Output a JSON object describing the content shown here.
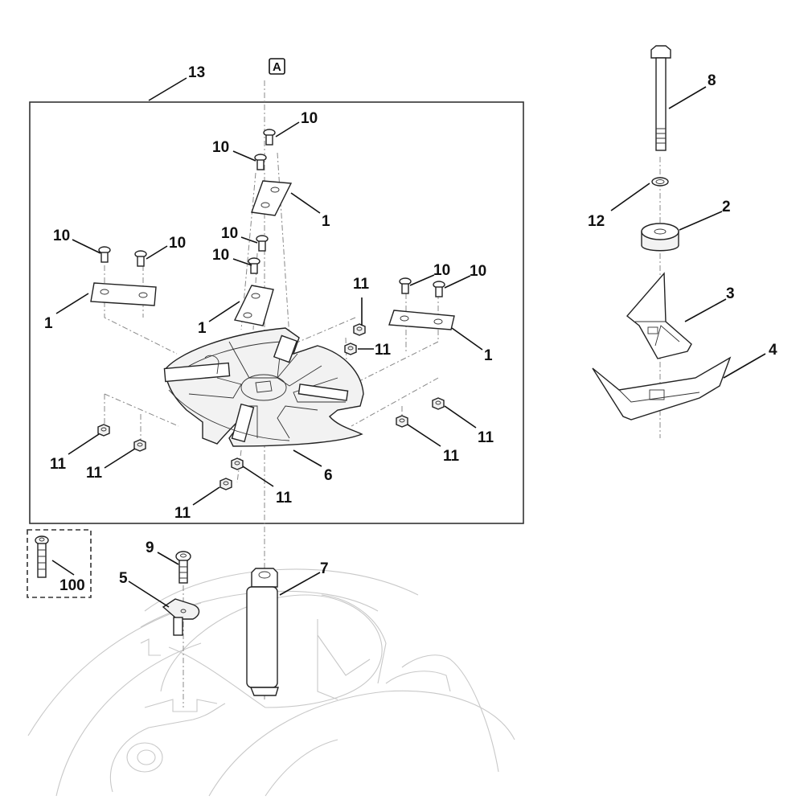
{
  "diagram": {
    "type": "exploded-parts-diagram",
    "view_marker": "A",
    "assembly_frame_label": "13",
    "optional_part_label": "100",
    "callouts": [
      {
        "id": "c13",
        "label": "13"
      },
      {
        "id": "c10a",
        "label": "10"
      },
      {
        "id": "c10b",
        "label": "10"
      },
      {
        "id": "c1a",
        "label": "1"
      },
      {
        "id": "c10c",
        "label": "10"
      },
      {
        "id": "c10d",
        "label": "10"
      },
      {
        "id": "c10e",
        "label": "10"
      },
      {
        "id": "c10f",
        "label": "10"
      },
      {
        "id": "c1b",
        "label": "1"
      },
      {
        "id": "c1c",
        "label": "1"
      },
      {
        "id": "c11a",
        "label": "11"
      },
      {
        "id": "c10g",
        "label": "10"
      },
      {
        "id": "c10h",
        "label": "10"
      },
      {
        "id": "c11b",
        "label": "11"
      },
      {
        "id": "c1d",
        "label": "1"
      },
      {
        "id": "c11c",
        "label": "11"
      },
      {
        "id": "c11d",
        "label": "11"
      },
      {
        "id": "c11e",
        "label": "11"
      },
      {
        "id": "c11f",
        "label": "11"
      },
      {
        "id": "c6",
        "label": "6"
      },
      {
        "id": "c11g",
        "label": "11"
      },
      {
        "id": "c11h",
        "label": "11"
      },
      {
        "id": "c8",
        "label": "8"
      },
      {
        "id": "c12",
        "label": "12"
      },
      {
        "id": "c2",
        "label": "2"
      },
      {
        "id": "c3",
        "label": "3"
      },
      {
        "id": "c4",
        "label": "4"
      },
      {
        "id": "c100",
        "label": "100"
      },
      {
        "id": "c9",
        "label": "9"
      },
      {
        "id": "c5",
        "label": "5"
      },
      {
        "id": "c7",
        "label": "7"
      }
    ],
    "parts": [
      {
        "number": "1",
        "name": "blade plate",
        "count": 4
      },
      {
        "number": "2",
        "name": "spacer"
      },
      {
        "number": "3",
        "name": "blade adapter"
      },
      {
        "number": "4",
        "name": "blade"
      },
      {
        "number": "5",
        "name": "bracket"
      },
      {
        "number": "6",
        "name": "blade disc"
      },
      {
        "number": "7",
        "name": "shaft"
      },
      {
        "number": "8",
        "name": "bolt"
      },
      {
        "number": "9",
        "name": "screw"
      },
      {
        "number": "10",
        "name": "countersunk screw",
        "count": 8
      },
      {
        "number": "11",
        "name": "nut",
        "count": 8
      },
      {
        "number": "12",
        "name": "washer"
      },
      {
        "number": "13",
        "name": "blade disc assembly"
      },
      {
        "number": "100",
        "name": "screw (optional)"
      }
    ]
  }
}
